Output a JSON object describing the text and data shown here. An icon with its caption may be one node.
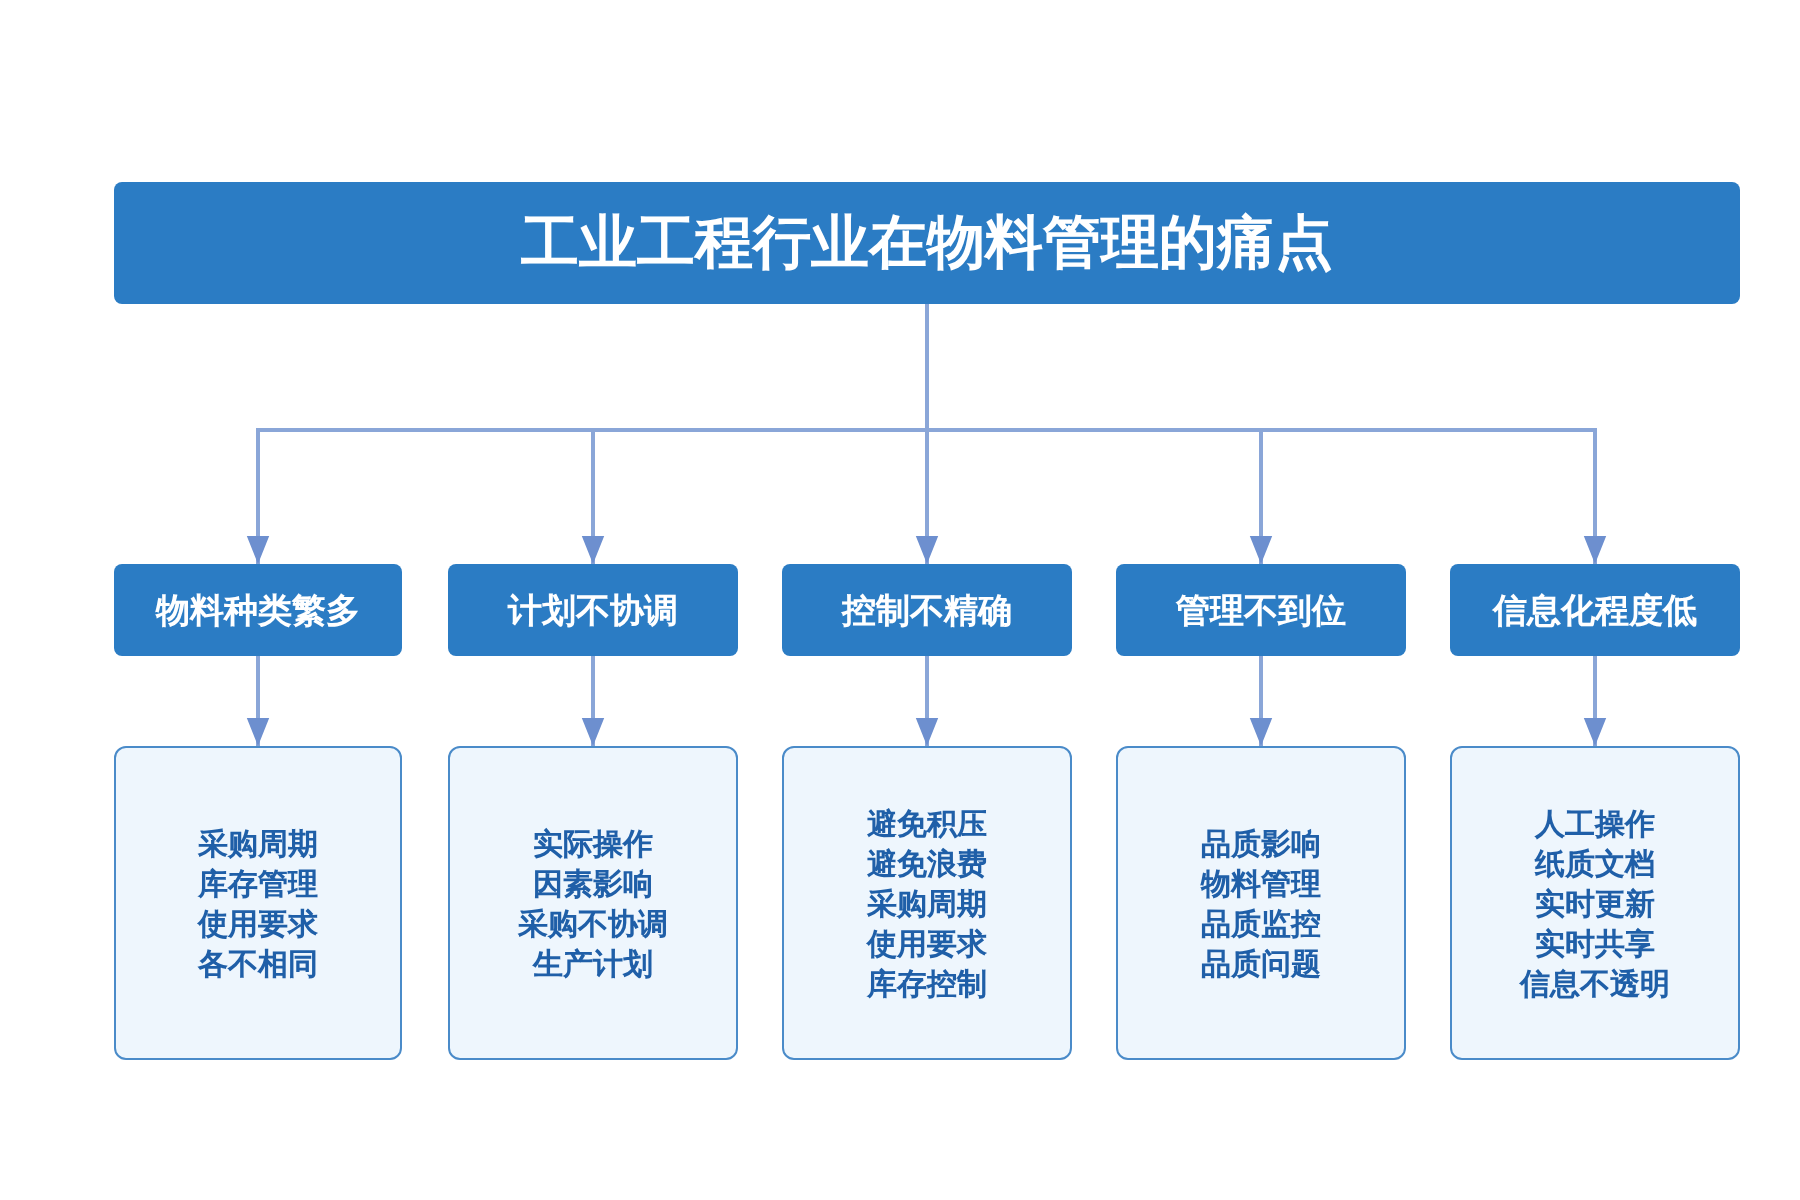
{
  "diagram": {
    "nodes": [
      {
        "text": [
          "工业工程行业在物料管理的痛点"
        ]
      },
      {
        "text": [
          "物料种类繁多"
        ]
      },
      {
        "text": [
          "计划不协调"
        ]
      },
      {
        "text": [
          "控制不精确"
        ]
      },
      {
        "text": [
          "管理不到位"
        ]
      },
      {
        "text": [
          "信息化程度低"
        ]
      },
      {
        "text": [
          "采购周期",
          "库存管理",
          "使用要求",
          "各不相同"
        ]
      },
      {
        "text": [
          "实际操作",
          "因素影响",
          "采购不协调",
          "生产计划"
        ]
      },
      {
        "text": [
          "避免积压",
          "避免浪费",
          "采购周期",
          "使用要求",
          "库存控制"
        ]
      },
      {
        "text": [
          "品质影响",
          "物料管理",
          "品质监控",
          "品质问题"
        ]
      },
      {
        "text": [
          "人工操作",
          "纸质文档",
          "实时更新",
          "实时共享",
          "信息不透明"
        ]
      }
    ],
    "edges": [
      {
        "from": 0,
        "to": 1,
        "arrow": "to"
      },
      {
        "from": 0,
        "to": 2,
        "arrow": "to"
      },
      {
        "from": 0,
        "to": 3,
        "arrow": "to"
      },
      {
        "from": 0,
        "to": 4,
        "arrow": "to"
      },
      {
        "from": 0,
        "to": 5,
        "arrow": "to"
      },
      {
        "from": 1,
        "to": 6,
        "arrow": "to"
      },
      {
        "from": 2,
        "to": 7,
        "arrow": "to"
      },
      {
        "from": 3,
        "to": 8,
        "arrow": "to"
      },
      {
        "from": 4,
        "to": 9,
        "arrow": "to"
      },
      {
        "from": 5,
        "to": 10,
        "arrow": "to"
      }
    ]
  }
}
